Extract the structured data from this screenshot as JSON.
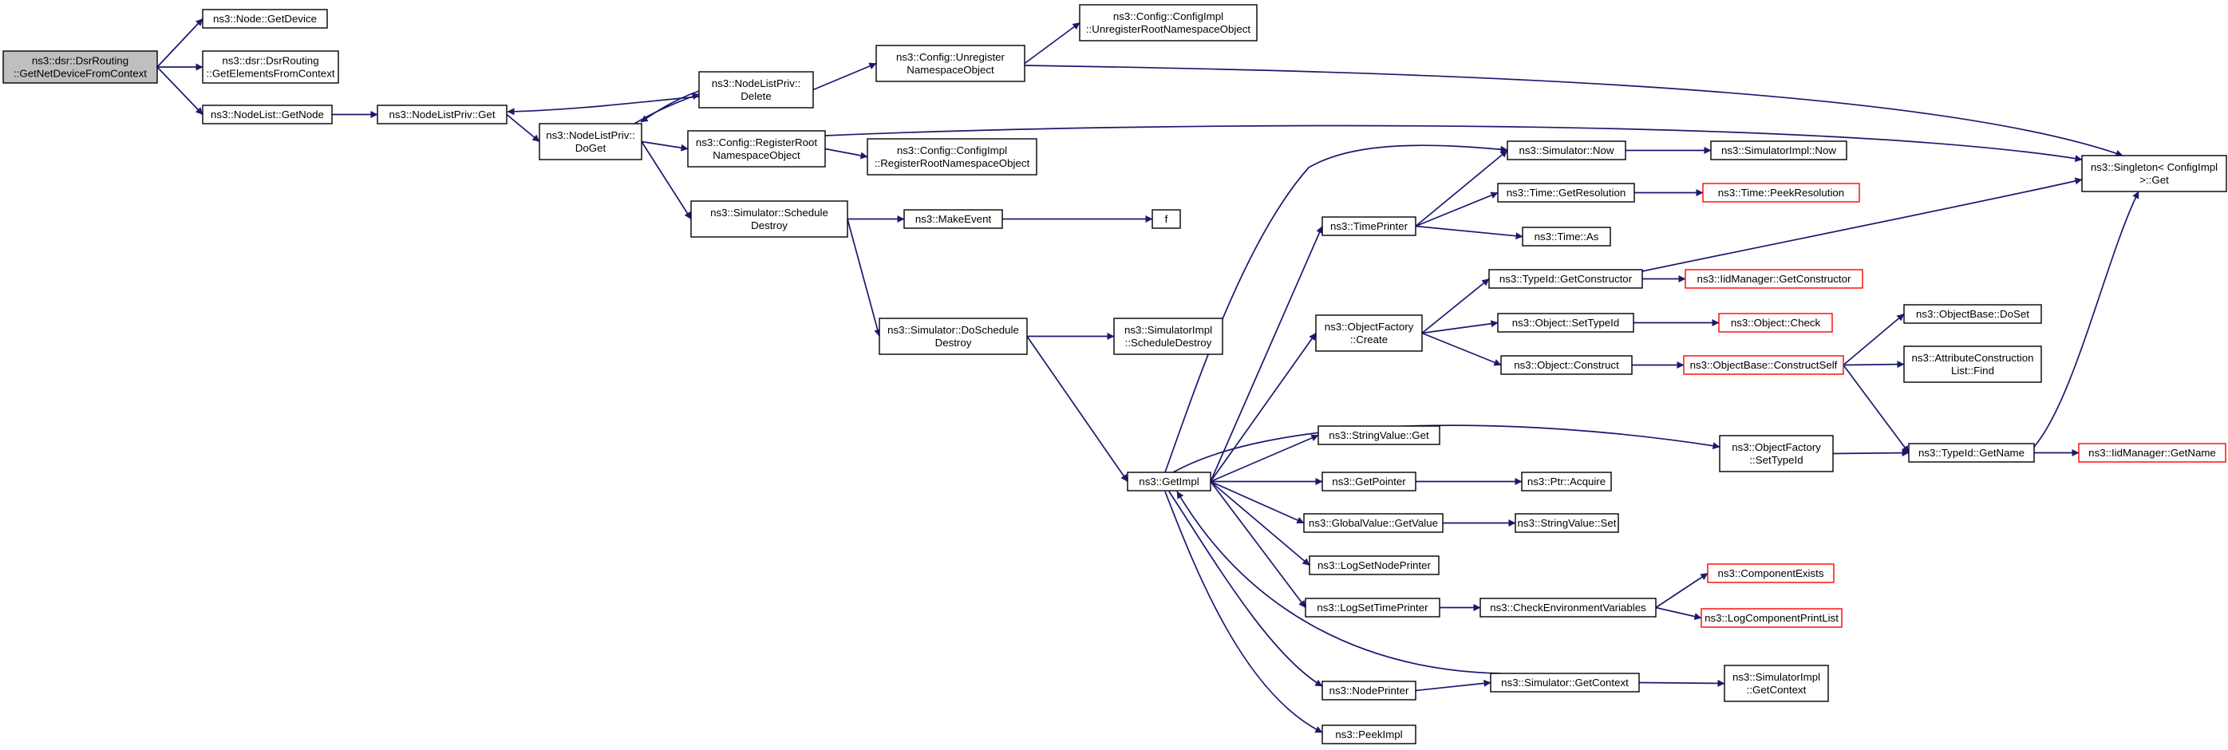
{
  "colors": {
    "edge": "#191970",
    "node_border": "#000000",
    "truncated_border": "#ff0000",
    "root_fill": "#bfbfbf",
    "node_fill": "#ffffff"
  },
  "nodes": [
    {
      "id": "root",
      "lines": [
        "ns3::dsr::DsrRouting",
        "::GetNetDeviceFromContext"
      ],
      "style": "root"
    },
    {
      "id": "getdevice",
      "lines": [
        "ns3::Node::GetDevice"
      ]
    },
    {
      "id": "getelements",
      "lines": [
        "ns3::dsr::DsrRouting",
        "::GetElementsFromContext"
      ]
    },
    {
      "id": "nodelist_getnode",
      "lines": [
        "ns3::NodeList::GetNode"
      ]
    },
    {
      "id": "nlp_get",
      "lines": [
        "ns3::NodeListPriv::Get"
      ]
    },
    {
      "id": "nlp_doget",
      "lines": [
        "ns3::NodeListPriv::",
        "DoGet"
      ]
    },
    {
      "id": "nlp_delete",
      "lines": [
        "ns3::NodeListPriv::",
        "Delete"
      ]
    },
    {
      "id": "cfg_unregister",
      "lines": [
        "ns3::Config::Unregister",
        "NamespaceObject"
      ]
    },
    {
      "id": "cfgimpl_unregister",
      "lines": [
        "ns3::Config::ConfigImpl",
        "::UnregisterRootNamespaceObject"
      ]
    },
    {
      "id": "cfg_register",
      "lines": [
        "ns3::Config::RegisterRoot",
        "NamespaceObject"
      ]
    },
    {
      "id": "cfgimpl_register",
      "lines": [
        "ns3::Config::ConfigImpl",
        "::RegisterRootNamespaceObject"
      ]
    },
    {
      "id": "sim_schedule_destroy",
      "lines": [
        "ns3::Simulator::Schedule",
        "Destroy"
      ]
    },
    {
      "id": "makeevent",
      "lines": [
        "ns3::MakeEvent"
      ]
    },
    {
      "id": "f",
      "lines": [
        "f"
      ]
    },
    {
      "id": "sim_doschedule_destroy",
      "lines": [
        "ns3::Simulator::DoSchedule",
        "Destroy"
      ]
    },
    {
      "id": "simimpl_schedule_destroy",
      "lines": [
        "ns3::SimulatorImpl",
        "::ScheduleDestroy"
      ]
    },
    {
      "id": "getimpl",
      "lines": [
        "ns3::GetImpl"
      ]
    },
    {
      "id": "sim_now",
      "lines": [
        "ns3::Simulator::Now"
      ]
    },
    {
      "id": "simimpl_now",
      "lines": [
        "ns3::SimulatorImpl::Now"
      ]
    },
    {
      "id": "time_getresolution",
      "lines": [
        "ns3::Time::GetResolution"
      ]
    },
    {
      "id": "time_peekresolution",
      "lines": [
        "ns3::Time::PeekResolution"
      ],
      "style": "red"
    },
    {
      "id": "timeprinter",
      "lines": [
        "ns3::TimePrinter"
      ]
    },
    {
      "id": "time_as",
      "lines": [
        "ns3::Time::As"
      ]
    },
    {
      "id": "typeid_getconstructor",
      "lines": [
        "ns3::TypeId::GetConstructor"
      ]
    },
    {
      "id": "iidmanager_getconstructor",
      "lines": [
        "ns3::IidManager::GetConstructor"
      ],
      "style": "red"
    },
    {
      "id": "objfactory_create",
      "lines": [
        "ns3::ObjectFactory",
        "::Create"
      ]
    },
    {
      "id": "object_settypeid",
      "lines": [
        "ns3::Object::SetTypeId"
      ]
    },
    {
      "id": "object_check",
      "lines": [
        "ns3::Object::Check"
      ],
      "style": "red"
    },
    {
      "id": "object_construct",
      "lines": [
        "ns3::Object::Construct"
      ]
    },
    {
      "id": "objbase_constructself",
      "lines": [
        "ns3::ObjectBase::ConstructSelf"
      ],
      "style": "red"
    },
    {
      "id": "objbase_doset",
      "lines": [
        "ns3::ObjectBase::DoSet"
      ]
    },
    {
      "id": "attrconstructionlist_find",
      "lines": [
        "ns3::AttributeConstruction",
        "List::Find"
      ]
    },
    {
      "id": "singleton_get",
      "lines": [
        "ns3::Singleton< ConfigImpl",
        " >::Get"
      ]
    },
    {
      "id": "objfactory_settypeid",
      "lines": [
        "ns3::ObjectFactory",
        "::SetTypeId"
      ]
    },
    {
      "id": "typeid_getname",
      "lines": [
        "ns3::TypeId::GetName"
      ]
    },
    {
      "id": "iidmanager_getname",
      "lines": [
        "ns3::IidManager::GetName"
      ],
      "style": "red"
    },
    {
      "id": "stringvalue_get",
      "lines": [
        "ns3::StringValue::Get"
      ]
    },
    {
      "id": "getpointer",
      "lines": [
        "ns3::GetPointer"
      ]
    },
    {
      "id": "ptr_acquire",
      "lines": [
        "ns3::Ptr::Acquire"
      ]
    },
    {
      "id": "globalvalue_getvalue",
      "lines": [
        "ns3::GlobalValue::GetValue"
      ]
    },
    {
      "id": "stringvalue_set",
      "lines": [
        "ns3::StringValue::Set"
      ]
    },
    {
      "id": "logsetnodeprinter",
      "lines": [
        "ns3::LogSetNodePrinter"
      ]
    },
    {
      "id": "logsettimeprinter",
      "lines": [
        "ns3::LogSetTimePrinter"
      ]
    },
    {
      "id": "checkenvvars",
      "lines": [
        "ns3::CheckEnvironmentVariables"
      ]
    },
    {
      "id": "componentexists",
      "lines": [
        "ns3::ComponentExists"
      ],
      "style": "red"
    },
    {
      "id": "logcomponentprintlist",
      "lines": [
        "ns3::LogComponentPrintList"
      ],
      "style": "red"
    },
    {
      "id": "nodeprinter",
      "lines": [
        "ns3::NodePrinter"
      ]
    },
    {
      "id": "sim_getcontext",
      "lines": [
        "ns3::Simulator::GetContext"
      ]
    },
    {
      "id": "simimpl_getcontext",
      "lines": [
        "ns3::SimulatorImpl",
        "::GetContext"
      ]
    },
    {
      "id": "peekimpl",
      "lines": [
        "ns3::PeekImpl"
      ]
    }
  ],
  "edges": [
    [
      "root",
      "getdevice"
    ],
    [
      "root",
      "getelements"
    ],
    [
      "root",
      "nodelist_getnode"
    ],
    [
      "nodelist_getnode",
      "nlp_get"
    ],
    [
      "nlp_get",
      "nlp_doget"
    ],
    [
      "nlp_doget",
      "nlp_delete"
    ],
    [
      "nlp_delete",
      "nlp_doget"
    ],
    [
      "nlp_delete",
      "nlp_get"
    ],
    [
      "nlp_delete",
      "cfg_unregister"
    ],
    [
      "cfg_unregister",
      "cfgimpl_unregister"
    ],
    [
      "cfg_unregister",
      "singleton_get"
    ],
    [
      "nlp_doget",
      "cfg_register"
    ],
    [
      "cfg_register",
      "cfgimpl_register"
    ],
    [
      "cfg_register",
      "singleton_get"
    ],
    [
      "nlp_doget",
      "sim_schedule_destroy"
    ],
    [
      "sim_schedule_destroy",
      "makeevent"
    ],
    [
      "makeevent",
      "f"
    ],
    [
      "sim_schedule_destroy",
      "sim_doschedule_destroy"
    ],
    [
      "sim_doschedule_destroy",
      "simimpl_schedule_destroy"
    ],
    [
      "sim_doschedule_destroy",
      "getimpl"
    ],
    [
      "getimpl",
      "sim_now"
    ],
    [
      "getimpl",
      "timeprinter"
    ],
    [
      "getimpl",
      "objfactory_create"
    ],
    [
      "getimpl",
      "objfactory_settypeid"
    ],
    [
      "getimpl",
      "stringvalue_get"
    ],
    [
      "getimpl",
      "getpointer"
    ],
    [
      "getimpl",
      "globalvalue_getvalue"
    ],
    [
      "getimpl",
      "logsetnodeprinter"
    ],
    [
      "getimpl",
      "logsettimeprinter"
    ],
    [
      "getimpl",
      "nodeprinter"
    ],
    [
      "getimpl",
      "peekimpl"
    ],
    [
      "sim_getcontext",
      "getimpl"
    ],
    [
      "sim_now",
      "simimpl_now"
    ],
    [
      "timeprinter",
      "sim_now"
    ],
    [
      "timeprinter",
      "time_getresolution"
    ],
    [
      "timeprinter",
      "time_as"
    ],
    [
      "time_getresolution",
      "time_peekresolution"
    ],
    [
      "objfactory_create",
      "typeid_getconstructor"
    ],
    [
      "objfactory_create",
      "object_settypeid"
    ],
    [
      "objfactory_create",
      "object_construct"
    ],
    [
      "typeid_getconstructor",
      "iidmanager_getconstructor"
    ],
    [
      "typeid_getconstructor",
      "singleton_get"
    ],
    [
      "object_settypeid",
      "object_check"
    ],
    [
      "object_construct",
      "objbase_constructself"
    ],
    [
      "objbase_constructself",
      "objbase_doset"
    ],
    [
      "objbase_constructself",
      "attrconstructionlist_find"
    ],
    [
      "objbase_constructself",
      "typeid_getname"
    ],
    [
      "objfactory_settypeid",
      "typeid_getname"
    ],
    [
      "typeid_getname",
      "iidmanager_getname"
    ],
    [
      "typeid_getname",
      "singleton_get"
    ],
    [
      "getpointer",
      "ptr_acquire"
    ],
    [
      "globalvalue_getvalue",
      "stringvalue_set"
    ],
    [
      "logsettimeprinter",
      "checkenvvars"
    ],
    [
      "checkenvvars",
      "componentexists"
    ],
    [
      "checkenvvars",
      "logcomponentprintlist"
    ],
    [
      "nodeprinter",
      "sim_getcontext"
    ],
    [
      "sim_getcontext",
      "simimpl_getcontext"
    ]
  ]
}
